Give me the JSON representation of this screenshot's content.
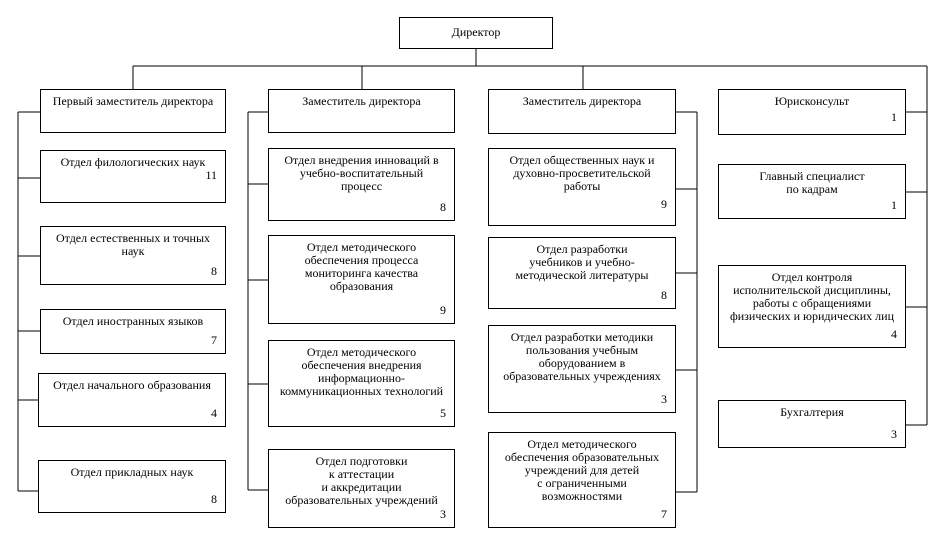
{
  "director": "Директор",
  "columns": [
    {
      "head": "Первый заместитель директора",
      "items": [
        {
          "label": "Отдел филологических наук",
          "count": "11"
        },
        {
          "label": "Отдел естественных и точных\nнаук",
          "count": "8"
        },
        {
          "label": "Отдел иностранных языков",
          "count": "7"
        },
        {
          "label": "Отдел начального образования",
          "count": "4"
        },
        {
          "label": "Отдел прикладных наук",
          "count": "8"
        }
      ]
    },
    {
      "head": "Заместитель директора",
      "items": [
        {
          "label": "Отдел внедрения инноваций в\nучебно-воспитательный\nпроцесс",
          "count": "8"
        },
        {
          "label": "Отдел методического\nобеспечения процесса\nмониторинга качества\nобразования",
          "count": "9"
        },
        {
          "label": "Отдел методического\nобеспечения внедрения\nинформационно-\nкоммуникационных технологий",
          "count": "5"
        },
        {
          "label": "Отдел подготовки\nк аттестации\nи аккредитации\nобразовательных учреждений",
          "count": "3"
        }
      ]
    },
    {
      "head": "Заместитель директора",
      "items": [
        {
          "label": "Отдел общественных наук и\nдуховно-просветительской\nработы",
          "count": "9"
        },
        {
          "label": "Отдел разработки\nучебников и учебно-\nметодической литературы",
          "count": "8"
        },
        {
          "label": "Отдел разработки методики\nпользования учебным\nоборудованием в\nобразовательных учреждениях",
          "count": "3"
        },
        {
          "label": "Отдел методического\nобеспечения образовательных\nучреждений для детей\nс ограниченными\nвозможностями",
          "count": "7"
        }
      ]
    },
    {
      "head": "Юрисконсульт",
      "head_count": "1",
      "items": [
        {
          "label": "Главный специалист\nпо кадрам",
          "count": "1"
        },
        {
          "label": "Отдел контроля\nисполнительской дисциплины,\nработы с обращениями\nфизических и юридических лиц",
          "count": "4"
        },
        {
          "label": "Бухгалтерия",
          "count": "3"
        }
      ]
    }
  ]
}
